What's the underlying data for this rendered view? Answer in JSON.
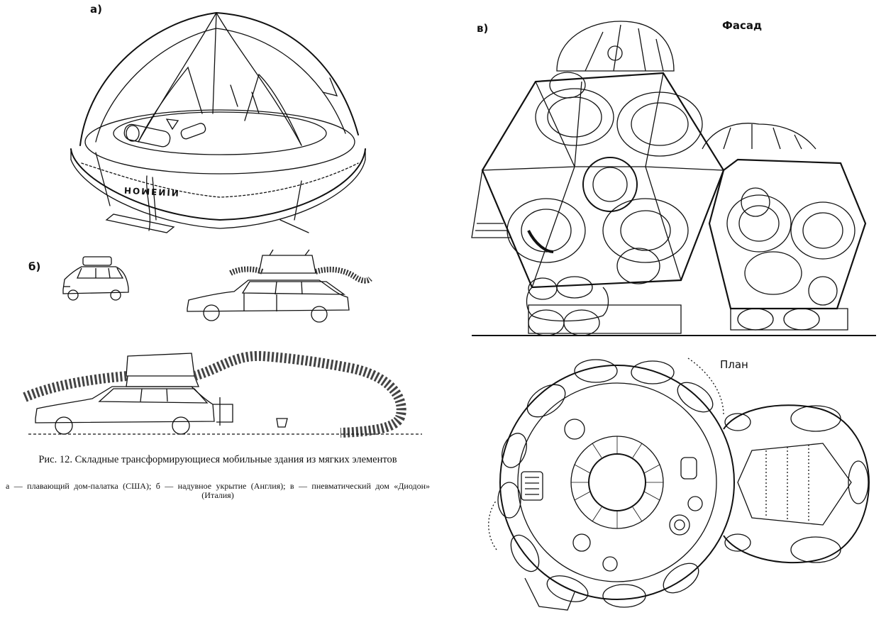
{
  "labels": {
    "a": "а)",
    "b": "б)",
    "v": "в)"
  },
  "headings": {
    "facade": "Фасад",
    "plan": "План"
  },
  "caption": {
    "title": "Рис. 12. Складные трансформирующиеся мобильные здания из мягких элементов",
    "legend": "а — плавающий дом-палатка (США); б — надувное укрытие (Англия); в — пневматический дом «Диодон» (Италия)"
  },
  "boat": {
    "hull_text": "HOMENIN"
  }
}
